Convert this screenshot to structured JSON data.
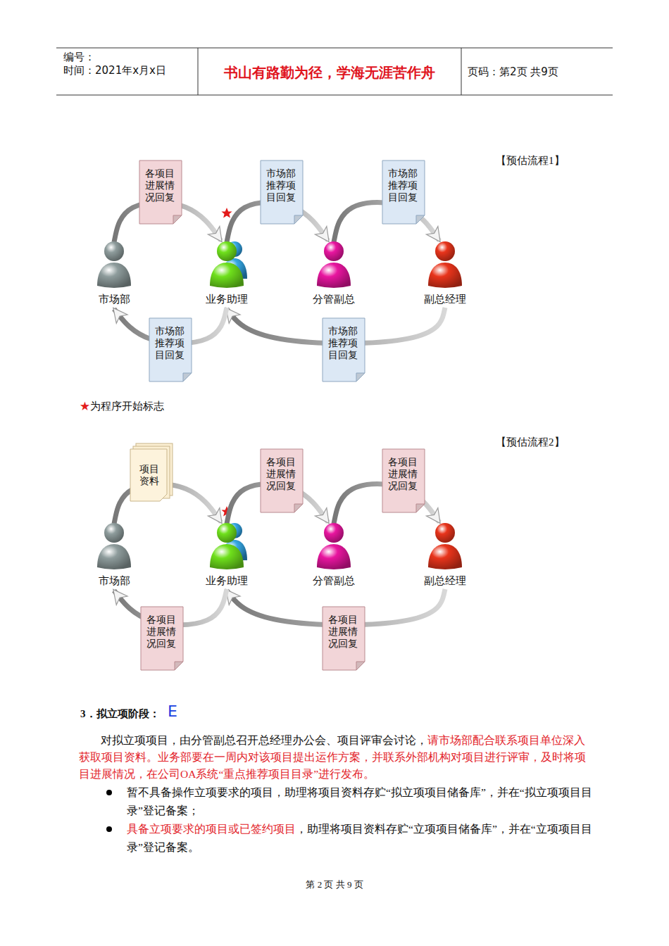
{
  "diagram": {
    "nodes": [
      {
        "text": [
          "各项目进展情况回复"
        ]
      },
      {
        "text": [
          "市场部推荐项目回复"
        ]
      },
      {
        "text": [
          "市场部推荐项目回复"
        ]
      },
      {
        "text": [
          "市场部"
        ]
      },
      {
        "text": [
          "业务助理"
        ]
      },
      {
        "text": [
          "分管副总"
        ]
      },
      {
        "text": [
          "副总经理"
        ]
      },
      {
        "text": [
          "市场部推荐项目回复"
        ]
      },
      {
        "text": [
          "市场部推荐项目回复"
        ]
      },
      {
        "text": [
          "项目资料"
        ]
      },
      {
        "text": [
          "各项目进展情况回复"
        ]
      },
      {
        "text": [
          "各项目进展情况回复"
        ]
      },
      {
        "text": [
          "市场部"
        ]
      },
      {
        "text": [
          "业务助理"
        ]
      },
      {
        "text": [
          "分管副总"
        ]
      },
      {
        "text": [
          "副总经理"
        ]
      },
      {
        "text": [
          "各项目进展情况回复"
        ]
      },
      {
        "text": [
          "各项目进展情况回复"
        ]
      }
    ],
    "edges": [
      {
        "from": 3,
        "to": 4,
        "arrow": "to"
      },
      {
        "from": 4,
        "to": 5,
        "arrow": "to"
      },
      {
        "from": 5,
        "to": 6,
        "arrow": "to"
      },
      {
        "from": 6,
        "to": 4,
        "arrow": "to"
      },
      {
        "from": 4,
        "to": 3,
        "arrow": "to"
      },
      {
        "from": 12,
        "to": 13,
        "arrow": "to"
      },
      {
        "from": 13,
        "to": 14,
        "arrow": "to"
      },
      {
        "from": 14,
        "to": 15,
        "arrow": "to"
      },
      {
        "from": 15,
        "to": 13,
        "arrow": "to"
      },
      {
        "from": 13,
        "to": 12,
        "arrow": "to"
      }
    ],
    "labels": [
      "编号：",
      "时间：2021年x月x日",
      "书山有路勤为径，学海无涯苦作舟",
      "页码：第2页 共9页",
      "【预估流程1】",
      "★为程序开始标志",
      "【预估流程2】",
      "3．拟立项阶段：",
      "E",
      "对拟立项项目，由分管副总召开总经理办公会、项目评审会讨论，",
      "请市场部配合联系项目单位深入获取项目资料。业务部要在一周内对该项目提出运作方案，并联系外部机构对项目进行评审，及时将项目进展情况，在公司OA系统“重点推荐项目目录”进行发布。",
      "暂不具备操作立项要求的项目，助理将项目资料存贮“拟立项项目储备库”，并在“拟立项项目目录”登记备案；",
      "具备立项要求的项目或已签约项目",
      "，助理将项目资料存贮“立项项目储备库”，并在“立项项目目录”登记备案。",
      "第 2 页 共 9 页"
    ]
  }
}
